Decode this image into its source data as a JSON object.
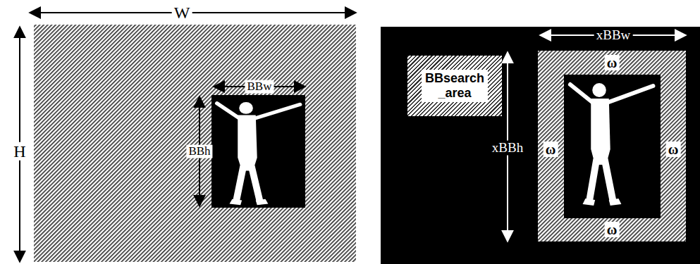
{
  "diagram": {
    "nodes": [
      {
        "text": [
          "BBsearch _area"
        ]
      }
    ],
    "labels": [
      "W",
      "H",
      "BBw",
      "BBh",
      "xBBw",
      "ω",
      "xBBh",
      "ω",
      "ω",
      "ω"
    ]
  }
}
